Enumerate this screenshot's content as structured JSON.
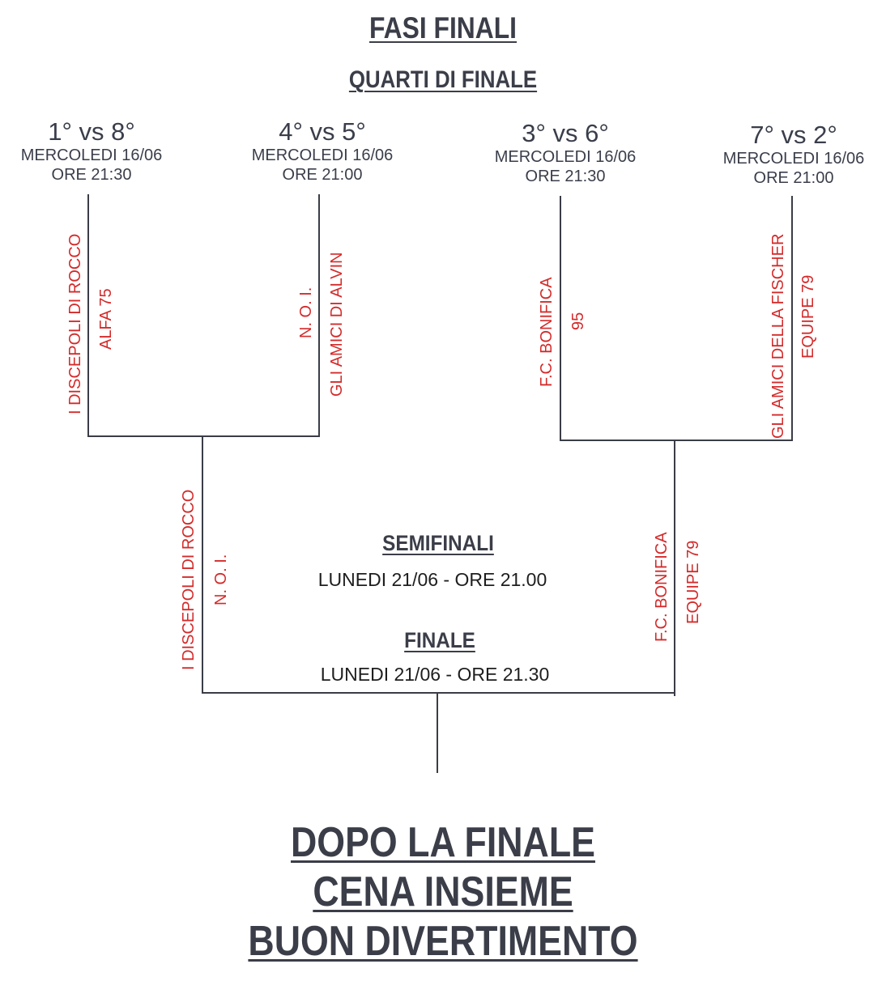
{
  "header": {
    "title": "FASI FINALI",
    "subtitle": "QUARTI DI FINALE"
  },
  "quarterfinals": [
    {
      "pairing": "1° vs 8°",
      "day": "MERCOLEDI 16/06",
      "time": "ORE 21:30",
      "team_top": "I DISCEPOLI DI ROCCO",
      "team_bottom": "ALFA 75"
    },
    {
      "pairing": "4° vs 5°",
      "day": "MERCOLEDI 16/06",
      "time": "ORE 21:00",
      "team_top": "N. O. I.",
      "team_bottom": "GLI AMICI DI ALVIN"
    },
    {
      "pairing": "3° vs 6°",
      "day": "MERCOLEDI 16/06",
      "time": "ORE 21:30",
      "team_top": "F.C. BONIFICA",
      "team_bottom": "95"
    },
    {
      "pairing": "7° vs 2°",
      "day": "MERCOLEDI 16/06",
      "time": "ORE 21:00",
      "team_top": "GLI AMICI DELLA FISCHER",
      "team_bottom": "EQUIPE 79"
    }
  ],
  "semifinals": {
    "title": "SEMIFINALI",
    "time": "LUNEDI 21/06 - ORE 21.00",
    "left": {
      "team_top": "I DISCEPOLI DI ROCCO",
      "team_bottom": "N. O. I."
    },
    "right": {
      "team_top": "F.C. BONIFICA",
      "team_bottom": "EQUIPE 79"
    }
  },
  "final": {
    "title": "FINALE",
    "time": "LUNEDI 21/06 - ORE 21.30"
  },
  "closing": {
    "line1": "DOPO LA FINALE",
    "line2": "CENA INSIEME",
    "line3": "BUON DIVERTIMENTO"
  },
  "colors": {
    "team_text": "#d42a2a",
    "lines": "#3a3d46",
    "headings": "#3b3e48"
  }
}
